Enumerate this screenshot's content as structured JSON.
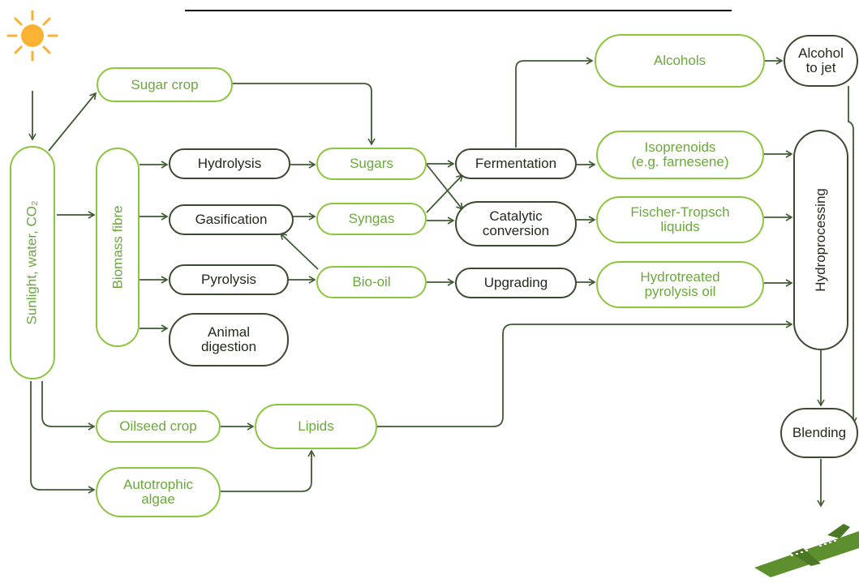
{
  "nodes": {
    "sunlight": {
      "text": "Sunlight, water, CO₂"
    },
    "sugar_crop": {
      "text": "Sugar crop"
    },
    "biomass_fibre": {
      "text": "Biomass fibre"
    },
    "hydrolysis": {
      "text": "Hydrolysis"
    },
    "gasification": {
      "text": "Gasification"
    },
    "pyrolysis": {
      "text": "Pyrolysis"
    },
    "animal_digestion": {
      "text": "Animal\ndigestion"
    },
    "sugars": {
      "text": "Sugars"
    },
    "syngas": {
      "text": "Syngas"
    },
    "bio_oil": {
      "text": "Bio-oil"
    },
    "fermentation": {
      "text": "Fermentation"
    },
    "catalytic_conversion": {
      "text": "Catalytic\nconversion"
    },
    "upgrading": {
      "text": "Upgrading"
    },
    "alcohols": {
      "text": "Alcohols"
    },
    "isoprenoids": {
      "text": "Isoprenoids\n(e.g. farnesene)"
    },
    "fischer_tropsch": {
      "text": "Fischer-Tropsch\nliquids"
    },
    "hydrotreated": {
      "text": "Hydrotreated\npyrolysis oil"
    },
    "alcohol_to_jet": {
      "text": "Alcohol\nto jet"
    },
    "hydroprocessing": {
      "text": "Hydroprocessing"
    },
    "blending": {
      "text": "Blending"
    },
    "oilseed_crop": {
      "text": "Oilseed crop"
    },
    "lipids": {
      "text": "Lipids"
    },
    "autotrophic_algae": {
      "text": "Autotrophic\nalgae"
    }
  },
  "colors": {
    "green_stroke": "#8cc63f",
    "green_text": "#6aa83c",
    "dark_stroke": "#3a4a30",
    "dark_text": "#1f2a18",
    "arrow": "#3f5a33",
    "sun": "#f9b233",
    "plane": "#5d8f2e"
  },
  "icons": {
    "sun": "sun-icon",
    "plane": "airplane-icon"
  }
}
